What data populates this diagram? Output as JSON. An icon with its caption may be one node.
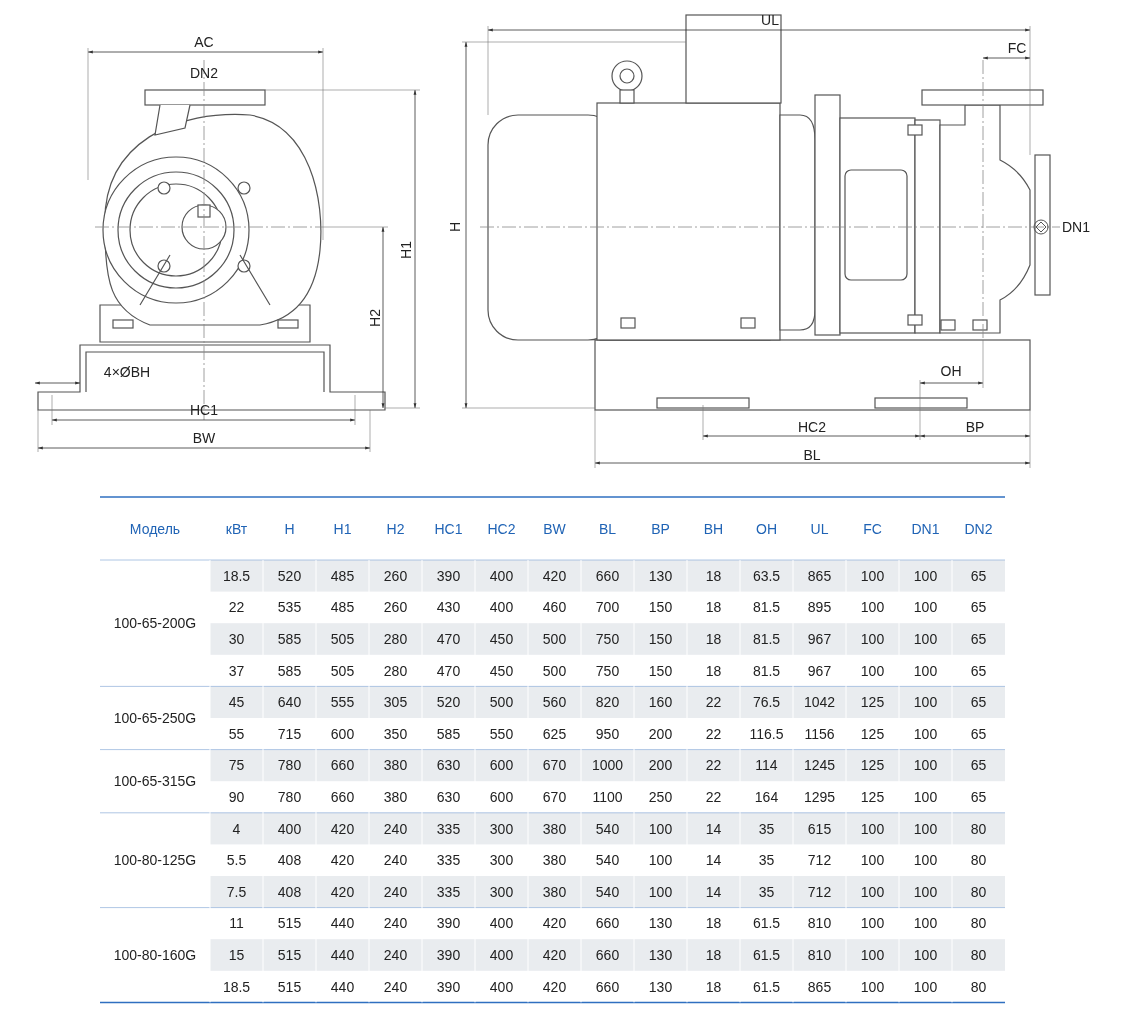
{
  "diagram": {
    "labels": [
      "AC",
      "DN2",
      "H1",
      "H2",
      "4×ØBH",
      "HC1",
      "BW",
      "UL",
      "FC",
      "H",
      "DN1",
      "OH",
      "HC2",
      "BP",
      "BL",
      "Модель",
      "кВт",
      "H",
      "H1",
      "H2",
      "HC1",
      "HC2",
      "BW",
      "BL",
      "BP",
      "BH",
      "OH",
      "UL",
      "FC",
      "DN1",
      "DN2",
      "100-65-200G",
      "18.5",
      "520",
      "485",
      "260",
      "390",
      "400",
      "420",
      "660",
      "130",
      "18",
      "63.5",
      "865",
      "100",
      "100",
      "65",
      "22",
      "535",
      "485",
      "260",
      "430",
      "400",
      "460",
      "700",
      "150",
      "18",
      "81.5",
      "895",
      "100",
      "100",
      "65",
      "30",
      "585",
      "505",
      "280",
      "470",
      "450",
      "500",
      "750",
      "150",
      "18",
      "81.5",
      "967",
      "100",
      "100",
      "65",
      "37",
      "585",
      "505",
      "280",
      "470",
      "450",
      "500",
      "750",
      "150",
      "18",
      "81.5",
      "967",
      "100",
      "100",
      "65",
      "100-65-250G",
      "45",
      "640",
      "555",
      "305",
      "520",
      "500",
      "560",
      "820",
      "160",
      "22",
      "76.5",
      "1042",
      "125",
      "100",
      "65",
      "55",
      "715",
      "600",
      "350",
      "585",
      "550",
      "625",
      "950",
      "200",
      "22",
      "116.5",
      "1156",
      "125",
      "100",
      "65",
      "100-65-315G",
      "75",
      "780",
      "660",
      "380",
      "630",
      "600",
      "670",
      "1000",
      "200",
      "22",
      "114",
      "1245",
      "125",
      "100",
      "65",
      "90",
      "780",
      "660",
      "380",
      "630",
      "600",
      "670",
      "1100",
      "250",
      "22",
      "164",
      "1295",
      "125",
      "100",
      "65",
      "100-80-125G",
      "4",
      "400",
      "420",
      "240",
      "335",
      "300",
      "380",
      "540",
      "100",
      "14",
      "35",
      "615",
      "100",
      "100",
      "80",
      "5.5",
      "408",
      "420",
      "240",
      "335",
      "300",
      "380",
      "540",
      "100",
      "14",
      "35",
      "712",
      "100",
      "100",
      "80",
      "7.5",
      "408",
      "420",
      "240",
      "335",
      "300",
      "380",
      "540",
      "100",
      "14",
      "35",
      "712",
      "100",
      "100",
      "80",
      "100-80-160G",
      "11",
      "515",
      "440",
      "240",
      "390",
      "400",
      "420",
      "660",
      "130",
      "18",
      "61.5",
      "810",
      "100",
      "100",
      "80",
      "15",
      "515",
      "440",
      "240",
      "390",
      "400",
      "420",
      "660",
      "130",
      "18",
      "61.5",
      "810",
      "100",
      "100",
      "80",
      "18.5",
      "515",
      "440",
      "240",
      "390",
      "400",
      "420",
      "660",
      "130",
      "18",
      "61.5",
      "865",
      "100",
      "100",
      "80"
    ]
  }
}
